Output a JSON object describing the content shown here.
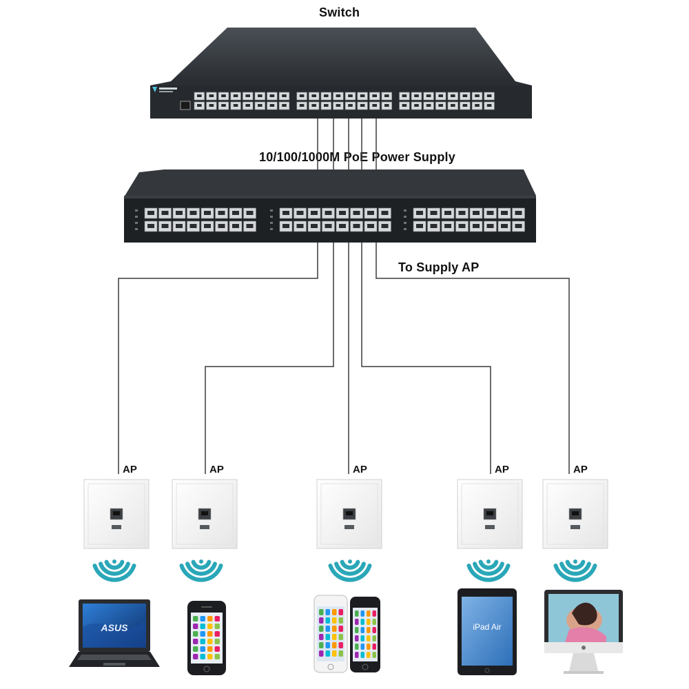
{
  "labels": {
    "switch": "Switch",
    "poe": "10/100/1000M PoE Power Supply",
    "supply": "To Supply AP"
  },
  "switch_brand": "",
  "access_points": [
    {
      "label": "AP"
    },
    {
      "label": "AP"
    },
    {
      "label": "AP"
    },
    {
      "label": "AP"
    },
    {
      "label": "AP"
    }
  ],
  "devices": {
    "laptop_brand": "ASUS",
    "ipad_title": "iPad Air",
    "ipad_subtitle": ""
  },
  "colors": {
    "device_body": "#2b2f33",
    "wire": "#3a3a3a",
    "wifi": "#2aa7b8",
    "plate": "#f2f2f2"
  }
}
